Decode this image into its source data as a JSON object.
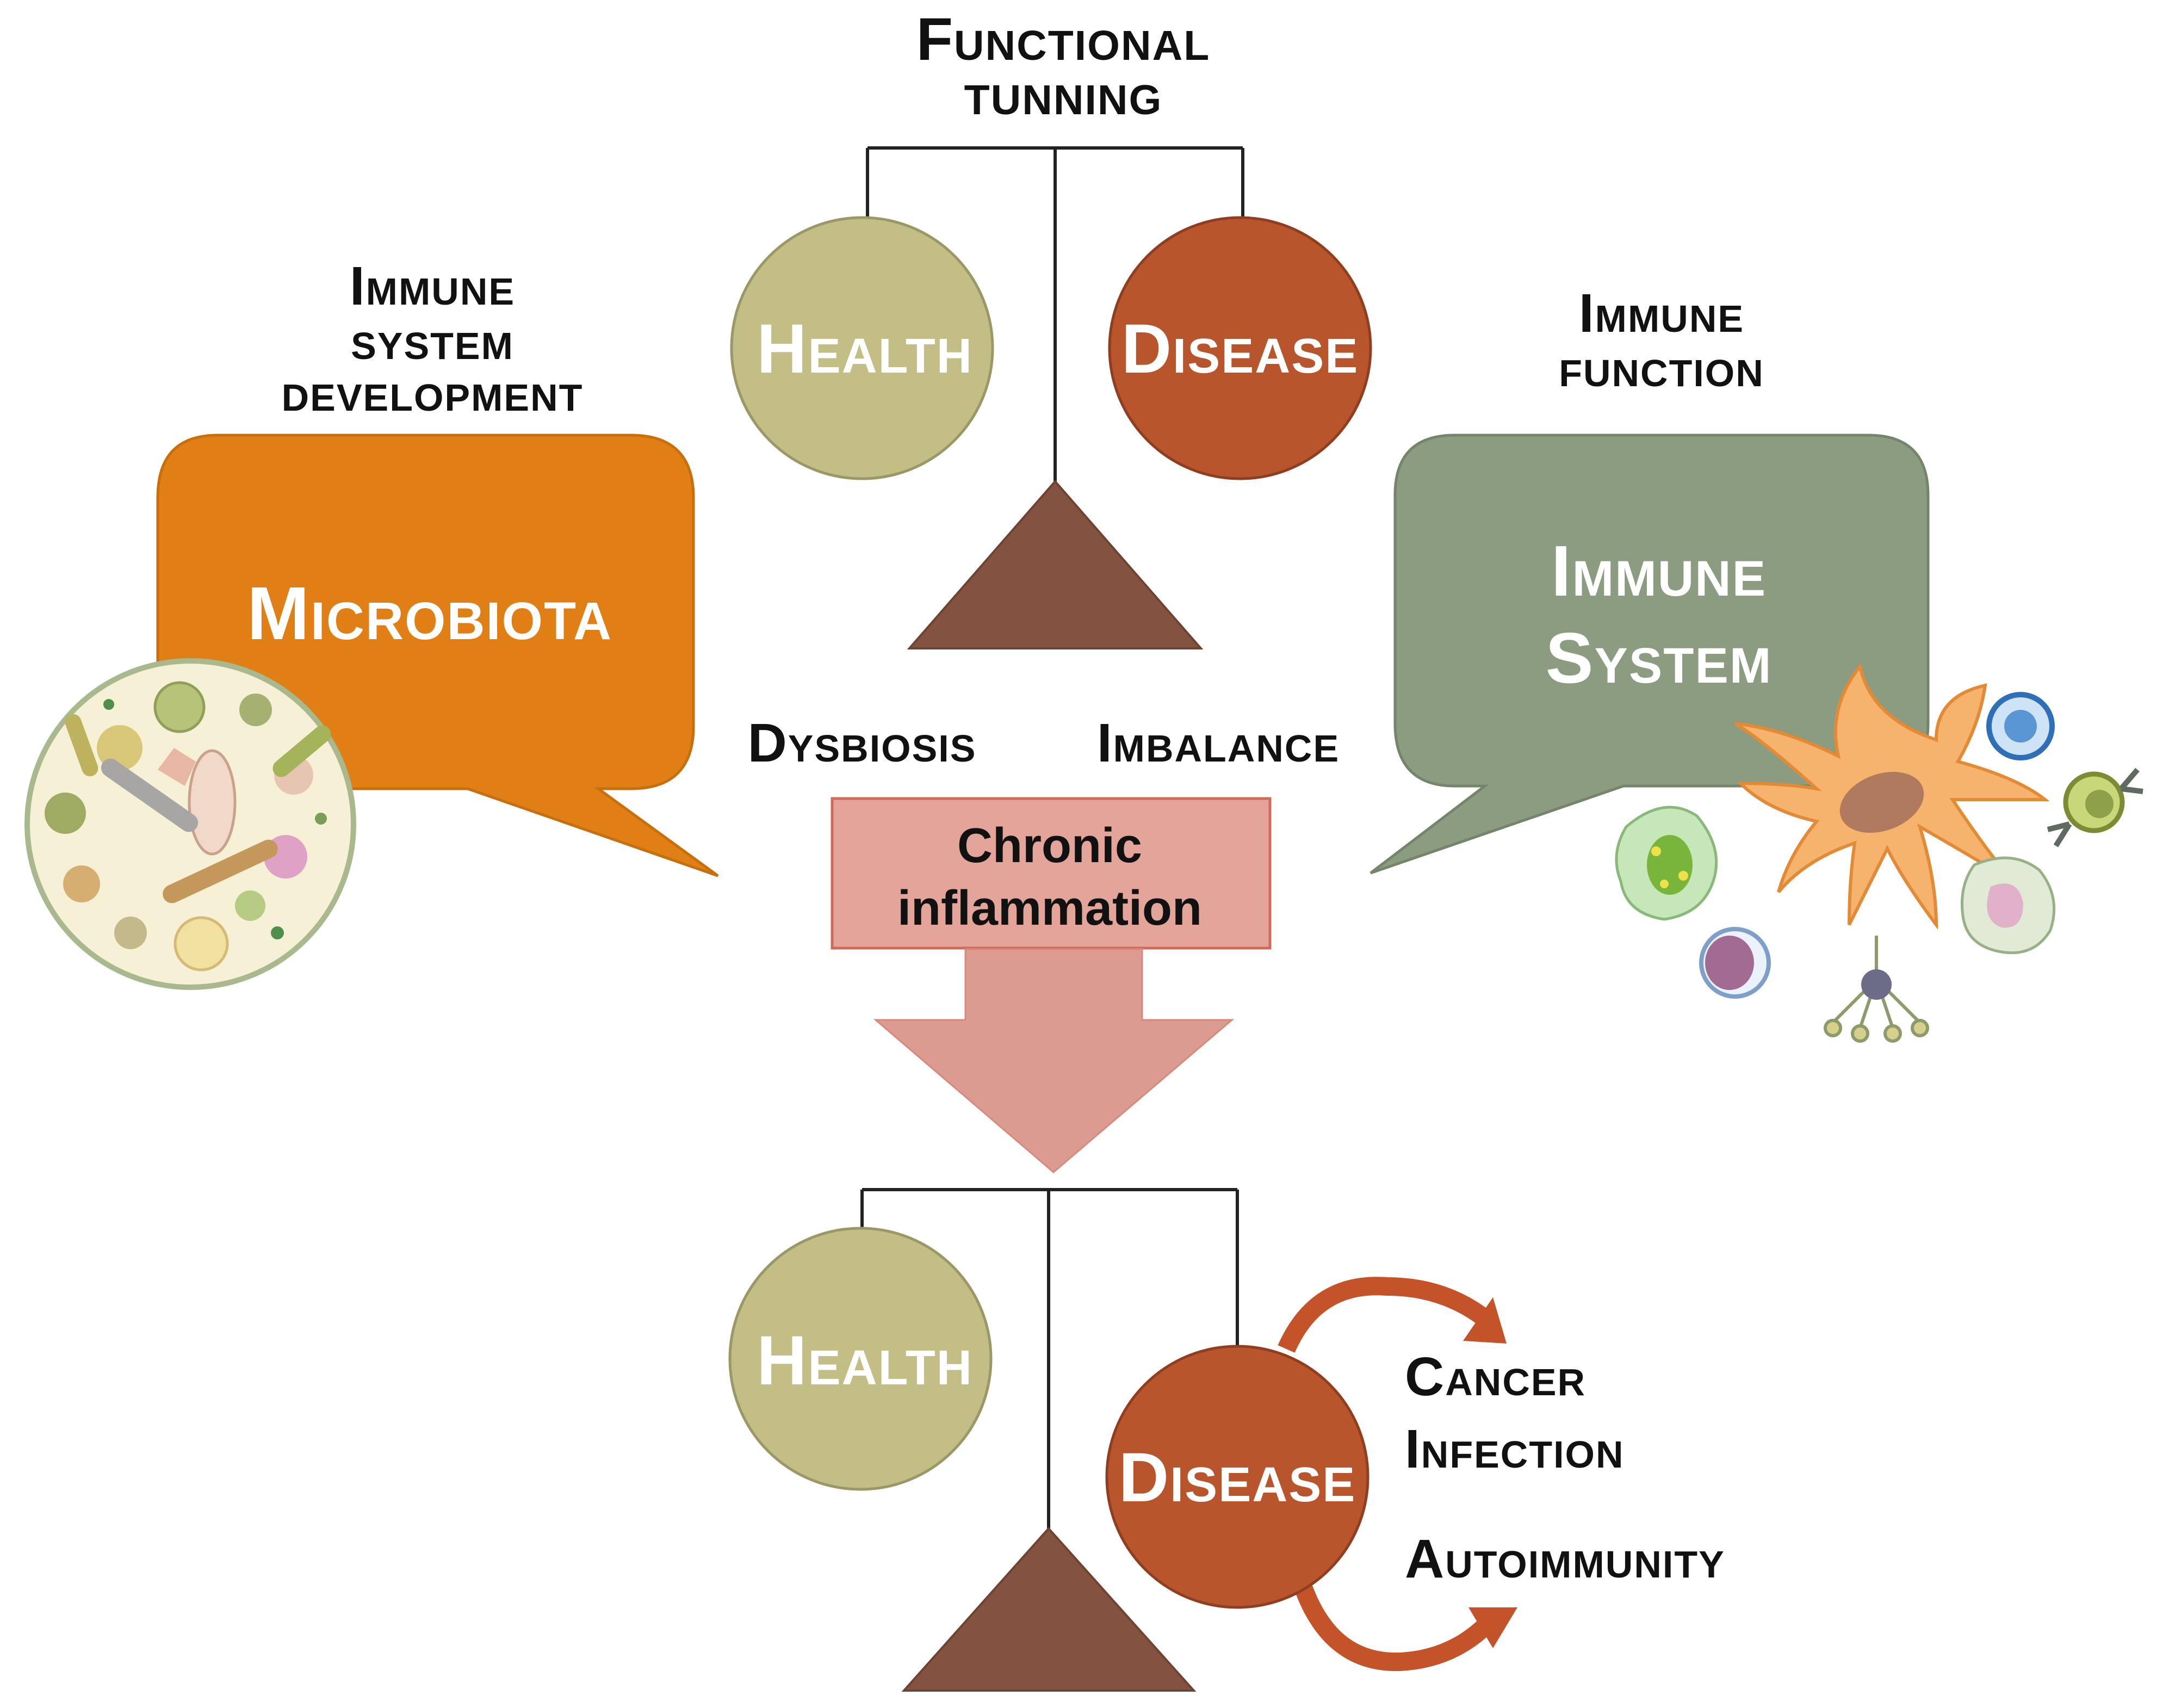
{
  "colors": {
    "health": "#c2be86",
    "disease": "#b9552c",
    "fulcrum": "#83533f",
    "microbiota_box": "#e07f15",
    "immune_box": "#8c9c80",
    "inflammation_fill": "#e3a49a",
    "inflammation_stroke": "#d06a5a",
    "arrow_fill": "#dc9b91",
    "curved_arrow": "#c4532a",
    "text_dark": "#111111",
    "text_light": "#ffffff"
  },
  "top_label": {
    "line1": "Functional",
    "line2": "tunning"
  },
  "top_scale": {
    "health": "Health",
    "disease": "Disease"
  },
  "left": {
    "heading": {
      "line1": "Immune",
      "line2": "system",
      "line3": "development"
    },
    "box_label": "Microbiota",
    "illustration_icon": "bacteria-collection-icon"
  },
  "right": {
    "heading": {
      "line1": "Immune",
      "line2": "function"
    },
    "box_label": {
      "line1": "Immune",
      "line2": "System"
    },
    "illustration_icon": "immune-cells-icon"
  },
  "middle": {
    "dysbiosis": "Dysbiosis",
    "imbalance": "Imbalance",
    "inflammation": {
      "line1": "Chronic",
      "line2": "inflammation"
    }
  },
  "bottom_scale": {
    "health": "Health",
    "disease": "Disease"
  },
  "outcomes": {
    "cancer": "Cancer",
    "infection": "Infection",
    "autoimmunity": "Autoimmunity"
  }
}
